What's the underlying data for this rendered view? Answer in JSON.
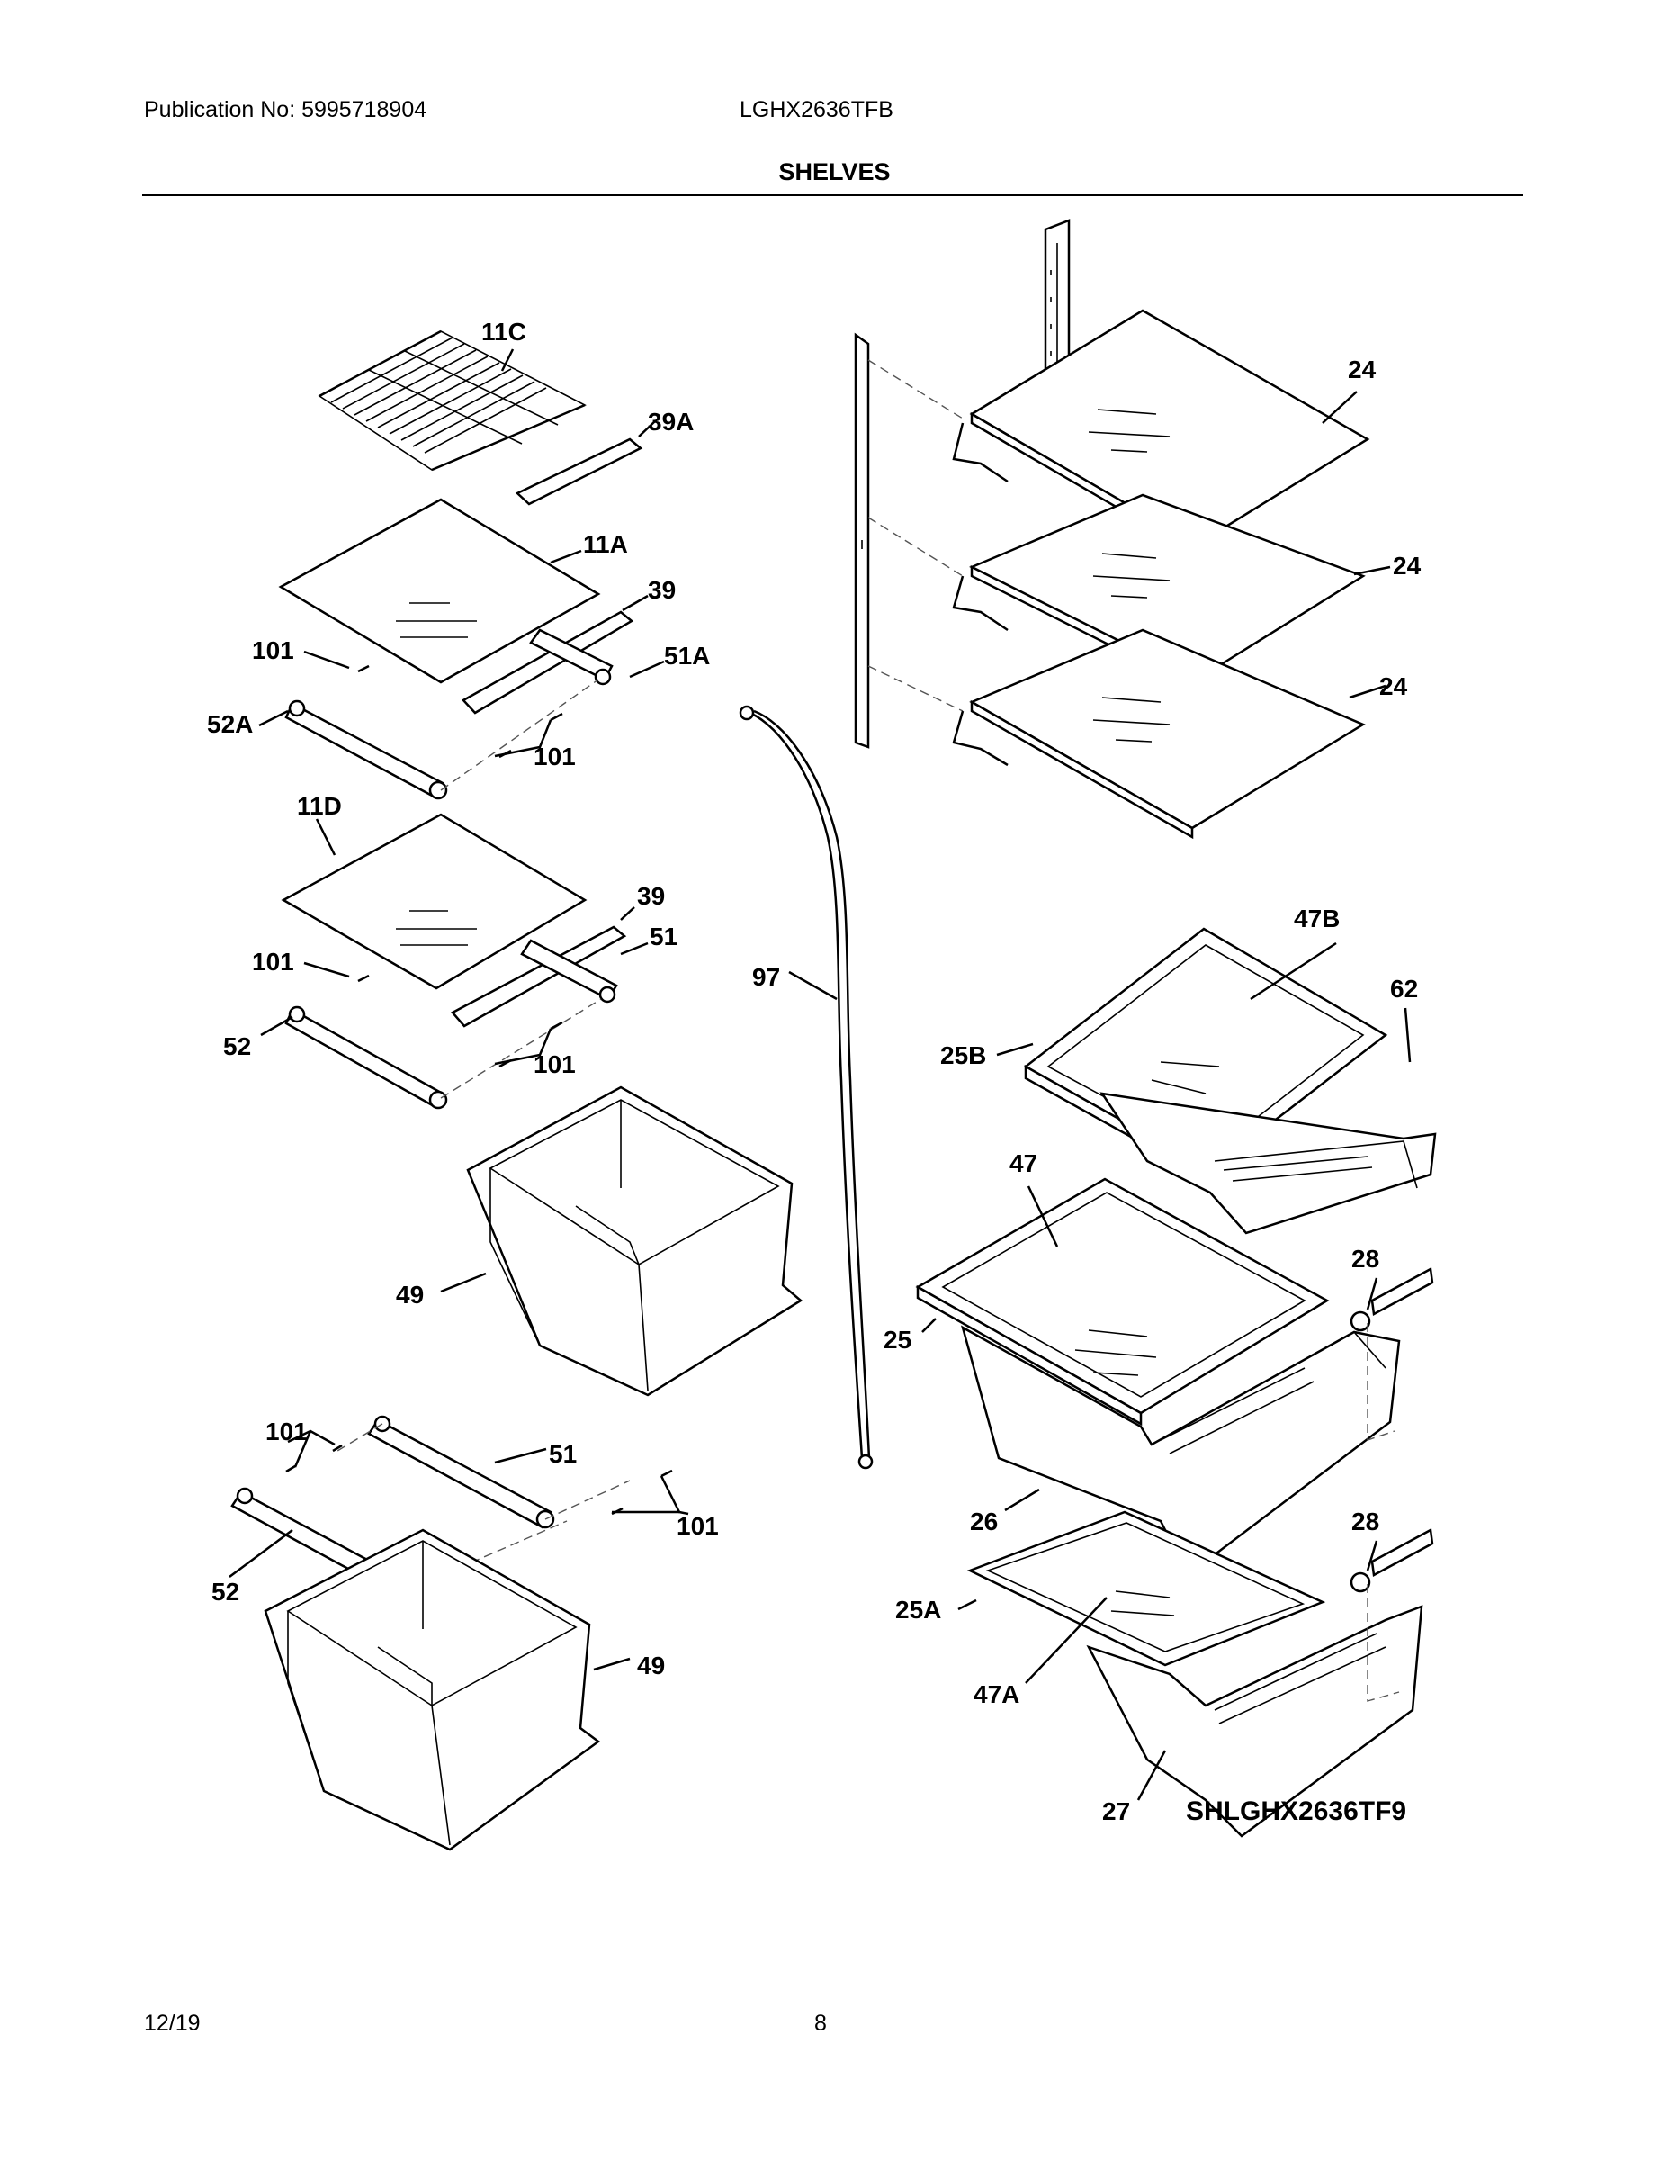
{
  "header": {
    "publication": "Publication No: 5995718904",
    "model": "LGHX2636TFB",
    "title": "SHELVES"
  },
  "diagram": {
    "code": "SHLGHX2636TF9",
    "labels": {
      "l11C": "11C",
      "l39A": "39A",
      "l11A": "11A",
      "l39a": "39",
      "l51A": "51A",
      "l101a": "101",
      "l52A": "52A",
      "l101b": "101",
      "l11D": "11D",
      "l39b": "39",
      "l51a": "51",
      "l101c": "101",
      "l52a": "52",
      "l101d": "101",
      "l97": "97",
      "l49a": "49",
      "l101e": "101",
      "l51b": "51",
      "l101f": "101",
      "l52b": "52",
      "l49b": "49",
      "l24a": "24",
      "l24b": "24",
      "l24c": "24",
      "l47B": "47B",
      "l62": "62",
      "l25B": "25B",
      "l47": "47",
      "l28a": "28",
      "l25": "25",
      "l26": "26",
      "l28b": "28",
      "l25A": "25A",
      "l47A": "47A",
      "l27": "27"
    }
  },
  "footer": {
    "date": "12/19",
    "page": "8"
  }
}
